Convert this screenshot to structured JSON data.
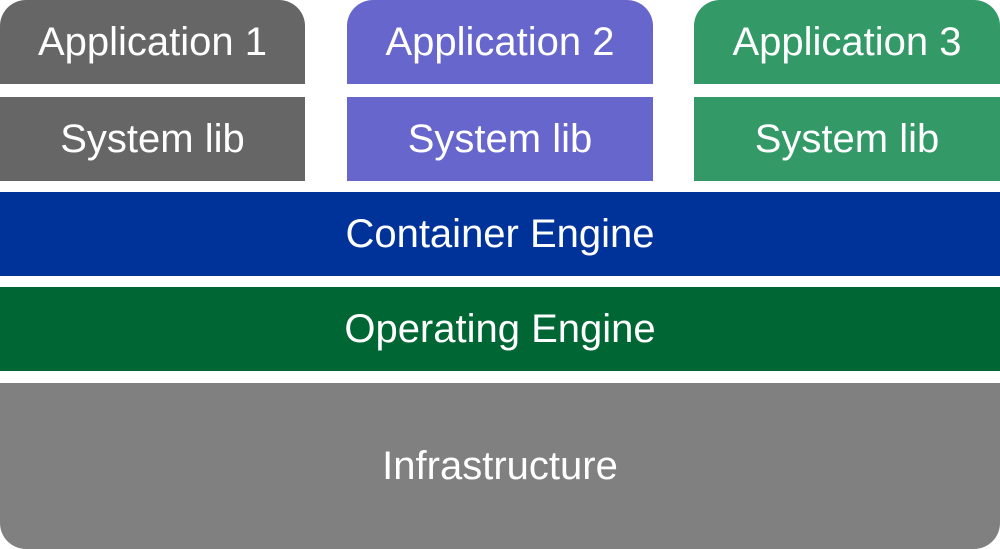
{
  "applications": [
    {
      "label": "Application 1",
      "lib_label": "System lib",
      "color": "#666666"
    },
    {
      "label": "Application 2",
      "lib_label": "System lib",
      "color": "#6666cc"
    },
    {
      "label": "Application 3",
      "lib_label": "System lib",
      "color": "#339966"
    }
  ],
  "layers": {
    "container_engine": {
      "label": "Container Engine",
      "color": "#003399"
    },
    "operating_engine": {
      "label": "Operating Engine",
      "color": "#006633"
    },
    "infrastructure": {
      "label": "Infrastructure",
      "color": "#808080"
    }
  }
}
